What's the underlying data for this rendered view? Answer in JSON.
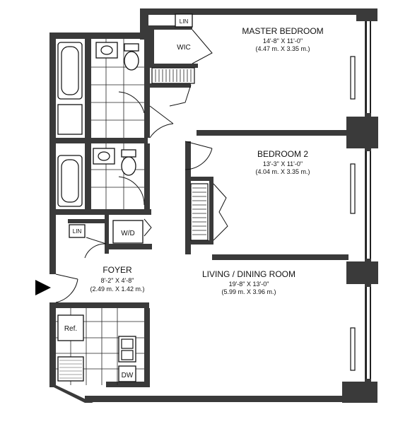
{
  "rooms": {
    "master_bedroom": {
      "name": "MASTER BEDROOM",
      "dim_ft": "14'-8\" X 11'-0\"",
      "dim_m": "(4.47 m. X 3.35 m.)"
    },
    "bedroom2": {
      "name": "BEDROOM 2",
      "dim_ft": "13'-3\" X 11'-0\"",
      "dim_m": "(4.04 m. X 3.35 m.)"
    },
    "living": {
      "name": "LIVING / DINING ROOM",
      "dim_ft": "19'-8\" X 13'-0\"",
      "dim_m": "(5.99 m. X 3.96 m.)"
    },
    "foyer": {
      "name": "FOYER",
      "dim_ft": "8'-2\" X 4'-8\"",
      "dim_m": "(2.49 m. X 1.42 m.)"
    }
  },
  "labels": {
    "wic": "WIC",
    "lin_top": "LIN",
    "lin_mid": "LIN",
    "wd": "W/D",
    "ref": "Ref.",
    "dw": "DW"
  }
}
